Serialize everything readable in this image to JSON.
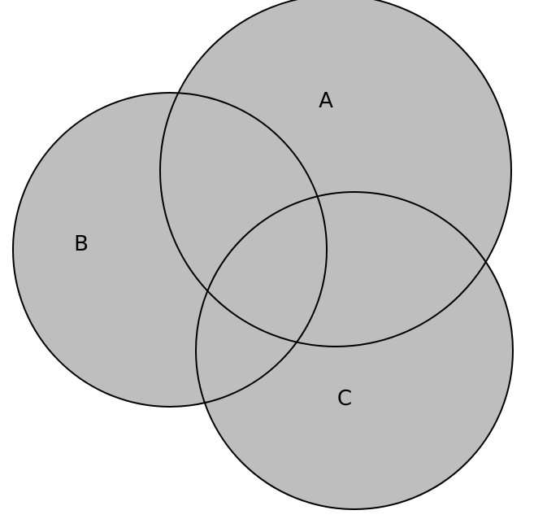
{
  "diagram": {
    "sets": [
      {
        "id": "a",
        "label": "A"
      },
      {
        "id": "b",
        "label": "B"
      },
      {
        "id": "c",
        "label": "C"
      }
    ],
    "colors": {
      "fill": "#bebebe",
      "stroke": "#000000",
      "label": "#000000",
      "background": "#ffffff"
    }
  }
}
